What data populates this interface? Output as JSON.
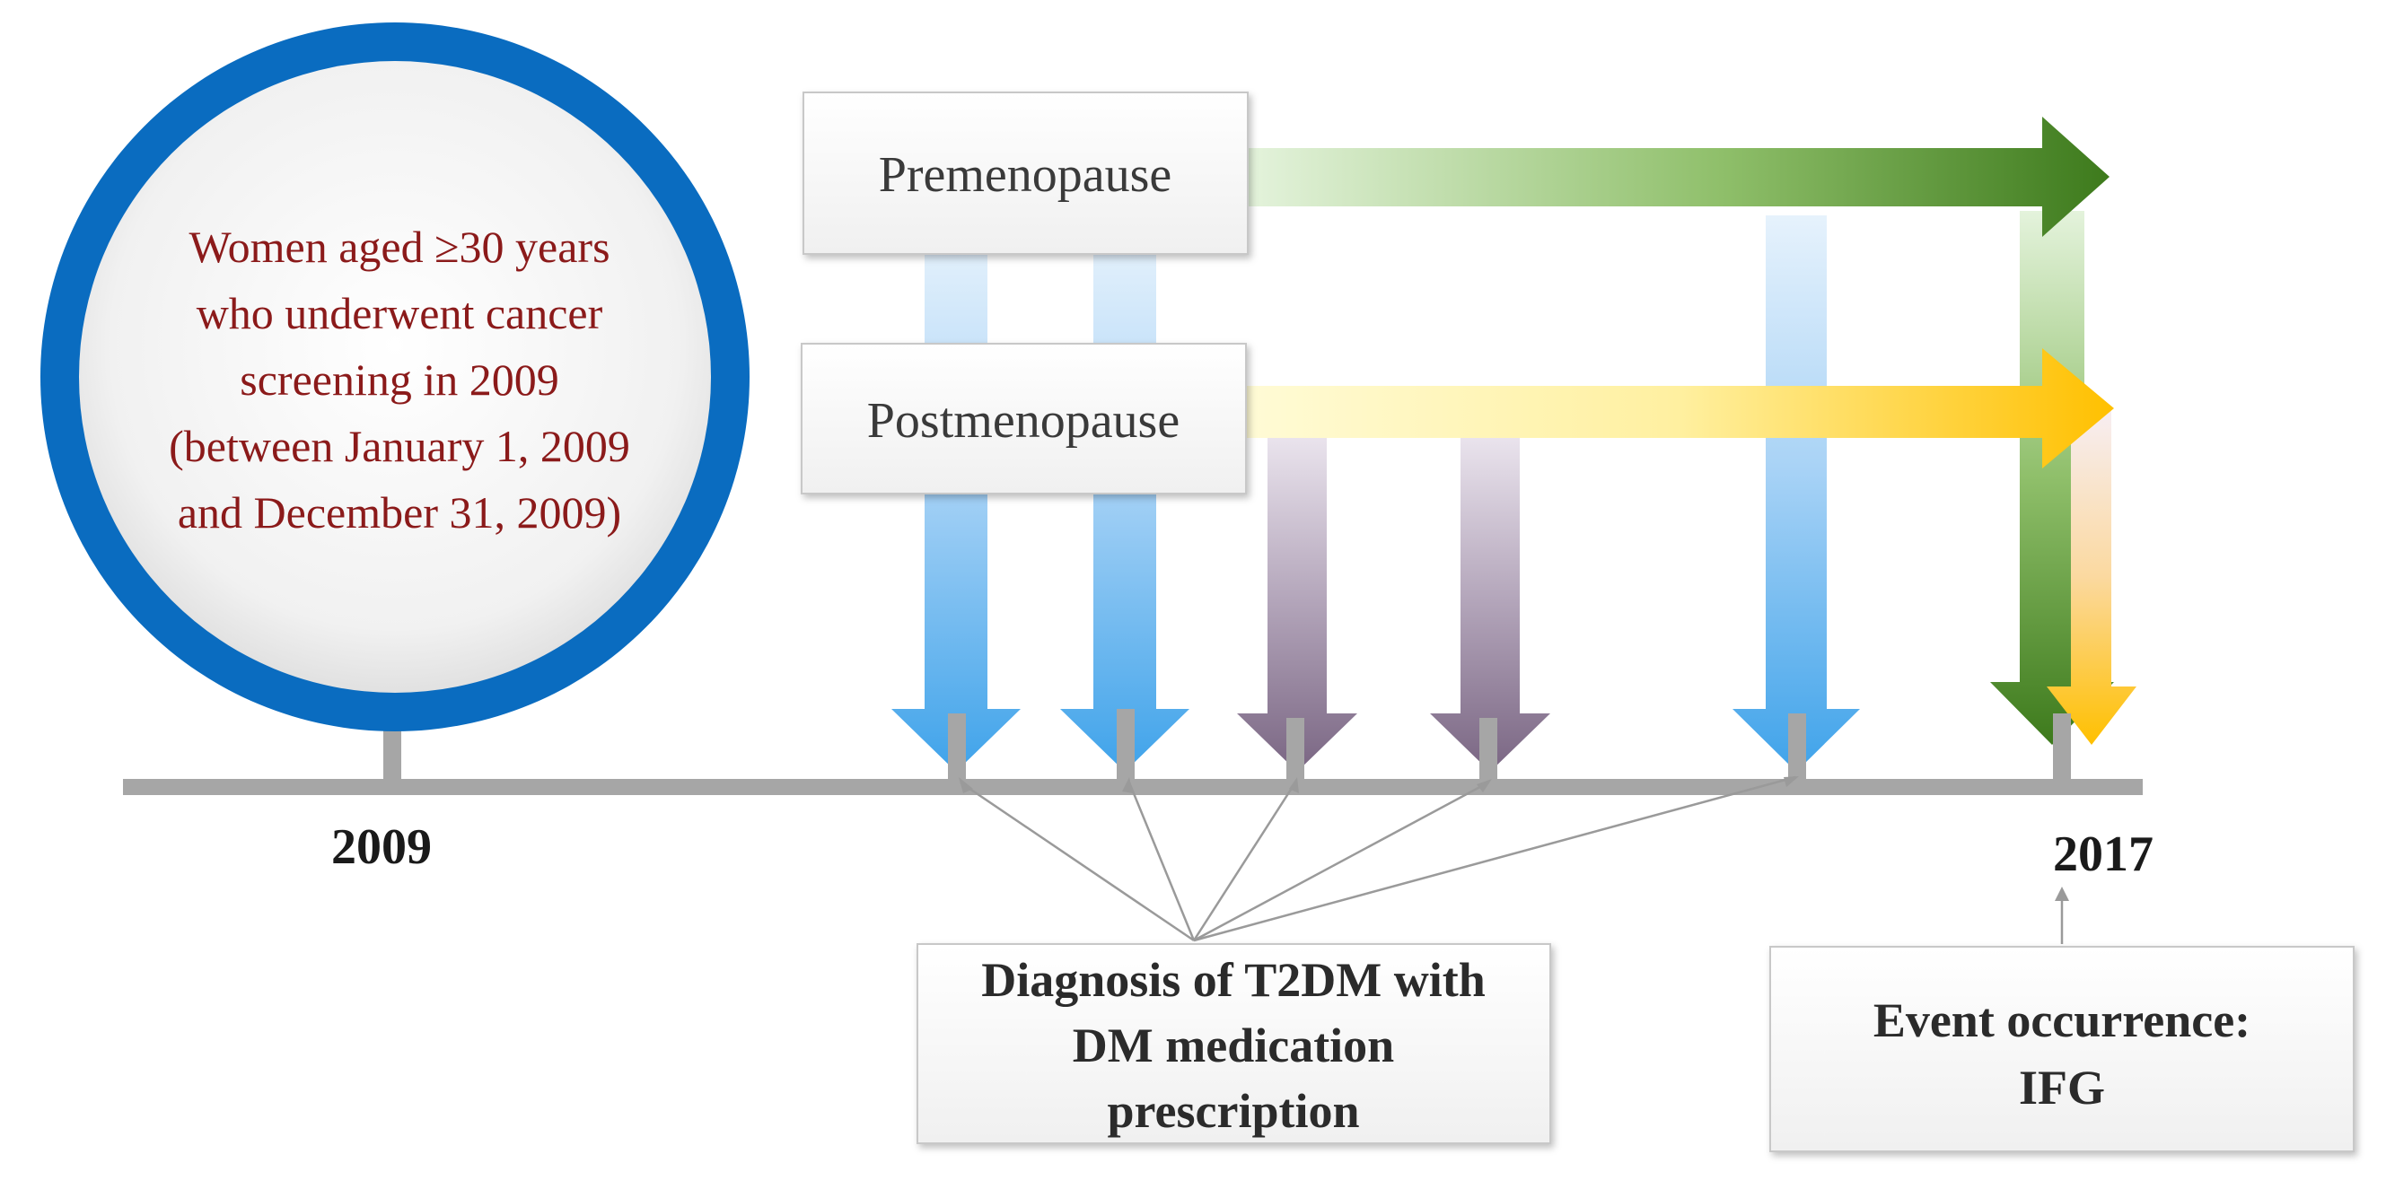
{
  "cohort_circle": {
    "lines": [
      "Women aged ≥30 years",
      "who underwent cancer",
      "screening in 2009",
      "(between January 1, 2009",
      "and December 31, 2009)"
    ]
  },
  "groups": {
    "premenopause_label": "Premenopause",
    "postmenopause_label": "Postmenopause"
  },
  "timeline": {
    "start_year": "2009",
    "end_year": "2017"
  },
  "diagnosis_box": {
    "lines": [
      "Diagnosis of T2DM with",
      "DM medication",
      "prescription"
    ]
  },
  "event_box": {
    "lines": [
      "Event occurrence:",
      "IFG"
    ]
  },
  "colors": {
    "circle_ring": "#0a6cc0",
    "circle_text": "#8b1a1a",
    "timeline": "#a6a6a6",
    "green_arrow": "#3d7a1c",
    "yellow_arrow": "#ffc000",
    "blue_arrow": "#4aa8ec",
    "purple_arrow": "#7d6a86"
  }
}
